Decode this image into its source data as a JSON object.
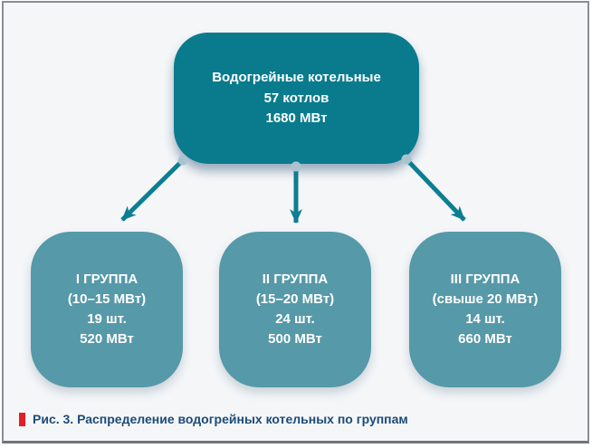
{
  "diagram": {
    "root_node": {
      "lines": [
        "Водогрейные котельные",
        "57 котлов",
        "1680 МВт"
      ]
    },
    "group_nodes": [
      {
        "lines": [
          "I ГРУППА",
          "(10–15 МВт)",
          "19 шт.",
          "520 МВт"
        ]
      },
      {
        "lines": [
          "II ГРУППА",
          "(15–20 МВт)",
          "24 шт.",
          "500 МВт"
        ]
      },
      {
        "lines": [
          "III ГРУППА",
          "(свыше 20 МВт)",
          "14 шт.",
          "660 МВт"
        ]
      }
    ]
  },
  "caption": {
    "label": "Рис. 3. Распределение водогрейных котельных по группам"
  },
  "colors": {
    "root_node_fill": "#097b8d",
    "group_node_fill": "#5699a8",
    "arrow": "#0d7e92",
    "connector_dot": "#a9c4d0",
    "node_text": "#ffffff",
    "caption_text": "#1d4b77",
    "caption_marker": "#e31e24",
    "panel_background": "#f4f6f8",
    "panel_border": "#898e92"
  }
}
